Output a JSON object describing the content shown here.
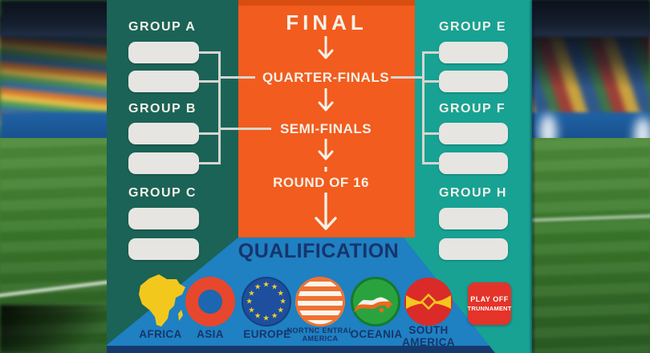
{
  "board": {
    "rounds": {
      "final": "FINAL",
      "quarter": "QUARTER-FINALS",
      "semi": "SEMI-FINALS",
      "round16": "ROUND OF 16"
    },
    "groups_left": [
      {
        "label": "GROUP A",
        "slots": [
          "",
          ""
        ]
      },
      {
        "label": "GROUP B",
        "slots": [
          "",
          ""
        ]
      },
      {
        "label": "GROUP C",
        "slots": [
          "",
          ""
        ]
      }
    ],
    "groups_right": [
      {
        "label": "GROUP E",
        "slots": [
          "",
          ""
        ]
      },
      {
        "label": "GROUP F",
        "slots": [
          "",
          ""
        ]
      },
      {
        "label": "GROUP H",
        "slots": [
          "",
          ""
        ]
      }
    ]
  },
  "qualification": {
    "title": "QUALIFICATION",
    "confederations": [
      {
        "name": "AFRICA",
        "icon": "africa-continent-icon"
      },
      {
        "name": "ASIA",
        "icon": "asia-ring-icon"
      },
      {
        "name": "EUROPE",
        "icon": "europe-stars-icon"
      },
      {
        "name": "NORTNC ENTRAL AMERICA",
        "line1": "NORTNC ENTRAL",
        "line2": "AMERICA",
        "icon": "north-central-america-stripes-icon"
      },
      {
        "name": "OCEANIA",
        "icon": "oceania-wave-icon"
      },
      {
        "name": "SOUTH AMERICA",
        "line1": "SOUTH",
        "line2": "AMERICA",
        "icon": "south-america-band-icon"
      }
    ],
    "playoff_button": {
      "line1": "PLAY OFF",
      "line2": "TRUNNAMENT"
    }
  },
  "colors": {
    "panel_left": "#1b6357",
    "panel_right": "#17a294",
    "panel_center": "#f25c1e",
    "panel_bottom": "#1f80c2",
    "navy_strip": "#16396b",
    "slot": "#e6e5e1",
    "text_light": "#f5f1e8",
    "text_navy": "#16356b",
    "playoff_red": "#e43329"
  }
}
